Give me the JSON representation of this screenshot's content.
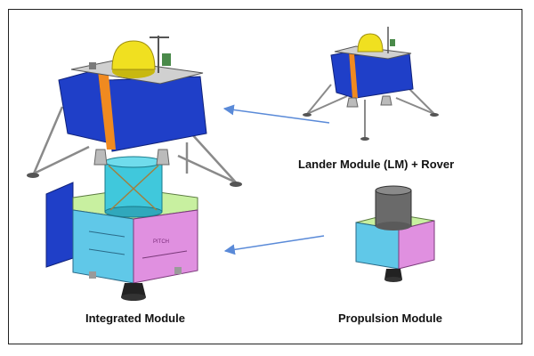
{
  "labels": {
    "lander": "Lander Module (LM) + Rover",
    "integrated": "Integrated Module",
    "propulsion": "Propulsion Module"
  },
  "panel_text": "PITCH",
  "colors": {
    "solar_blue": "#1f3fc8",
    "dome_yellow": "#f0e020",
    "orange_frame": "#f08a20",
    "cyan_adapter": "#40c8dc",
    "pm_pink": "#e090e0",
    "pm_cyan": "#60c8e8",
    "pm_top_green": "#c8f0a0",
    "arrow": "#5a8ad8",
    "leg_grey": "#8a8a8a"
  }
}
